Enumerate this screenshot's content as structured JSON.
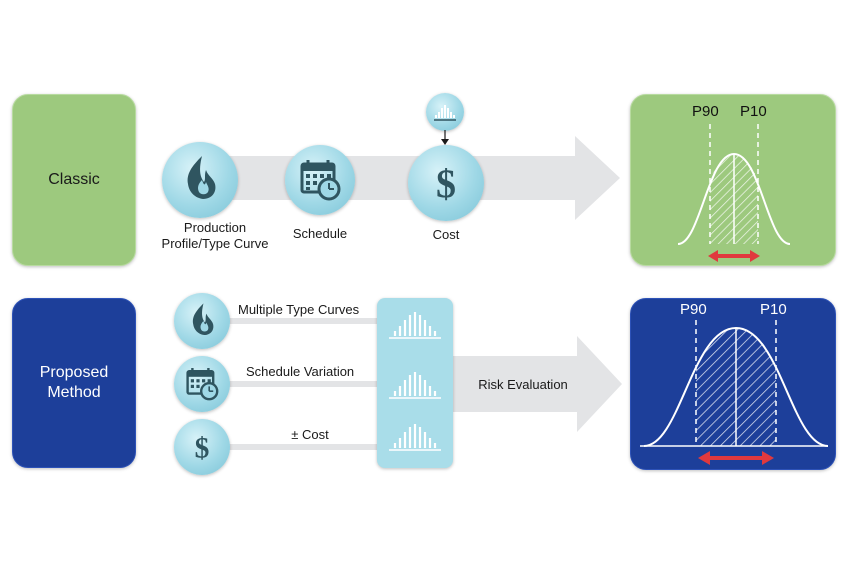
{
  "classic": {
    "label": "Classic",
    "production_label_line1": "Production",
    "production_label_line2": "Profile/Type Curve",
    "schedule_label": "Schedule",
    "cost_label": "Cost",
    "p90": "P90",
    "p10": "P10"
  },
  "proposed": {
    "label_line1": "Proposed",
    "label_line2": "Method",
    "multiple_type_curves": "Multiple Type Curves",
    "schedule_variation": "Schedule Variation",
    "cost_label": "± Cost",
    "risk_evaluation": "Risk Evaluation",
    "p90": "P90",
    "p10": "P10"
  },
  "colors": {
    "classic_green": "#9dc97e",
    "proposed_blue": "#1d3f9a",
    "arrow_grey": "#e3e4e6",
    "icon_teal": "#9fd8e6",
    "icon_dark": "#2f5560",
    "range_red": "#e0393e"
  },
  "icons": {
    "production": "flame-icon",
    "schedule": "calendar-clock-icon",
    "cost": "dollar-icon",
    "distribution": "histogram-icon"
  }
}
